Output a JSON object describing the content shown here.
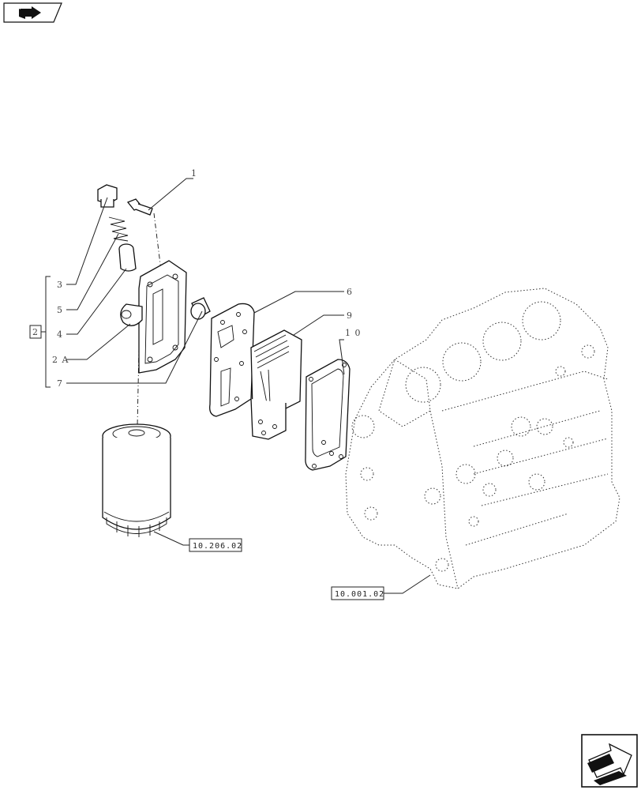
{
  "callouts": {
    "c1": "1",
    "c3": "3",
    "c5": "5",
    "c4": "4",
    "c2a": "2 A",
    "c7": "7",
    "c6": "6",
    "c9": "9",
    "c10": "1 0",
    "group": "2"
  },
  "references": {
    "oil_filter": "10.206.02",
    "engine_block": "10.001.02"
  },
  "icons": {
    "top_left": "book-arrow-icon",
    "bottom_right": "next-page-arrow-icon"
  }
}
